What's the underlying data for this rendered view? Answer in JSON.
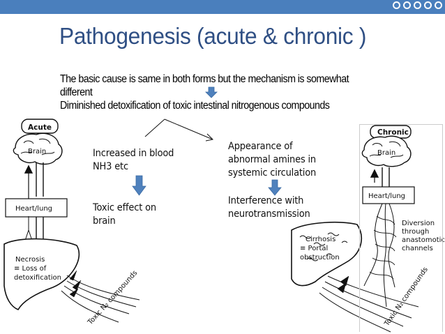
{
  "slide": {
    "title": "Pathogenesis (acute & chronic )",
    "intro_line1": "The basic cause is same in both forms but the mechanism is somewhat",
    "intro_line2": "different",
    "intro_line3": "Diminished detoxification of toxic intestinal nitrogenous compounds"
  },
  "left_branch": {
    "item1_line1": "Increased in blood",
    "item1_line2": "NH3 etc",
    "item2_line1": "Toxic effect on",
    "item2_line2": "brain"
  },
  "right_branch": {
    "item1_line1": "Appearance of",
    "item1_line2": "abnormal amines in",
    "item1_line3": "systemic circulation",
    "item2_line1": "Interference with",
    "item2_line2": "neurotransmission"
  },
  "acute_figure": {
    "heading": "Acute",
    "brain": "Brain",
    "heart": "Heart/lung",
    "necrosis_line1": "Necrosis",
    "necrosis_line2": "≡ Loss of",
    "necrosis_line3": "detoxification",
    "compounds": "Toxic N₂ compounds"
  },
  "chronic_figure": {
    "heading": "Chronic",
    "brain": "Brain",
    "heart": "Heart/lung",
    "cirrhosis_line1": "Cirrhosis",
    "cirrhosis_line2": "≡ Portal",
    "cirrhosis_line3": "obstruction",
    "diversion_line1": "Diversion",
    "diversion_line2": "through",
    "diversion_line3": "anastomotic",
    "diversion_line4": "channels",
    "compounds": "Toxic N₂ compounds"
  },
  "colors": {
    "accent": "#4a7fbd",
    "title": "#2f4f84",
    "arrow_fill": "#4f81bd",
    "arrow_stroke": "#3a6aa3"
  }
}
